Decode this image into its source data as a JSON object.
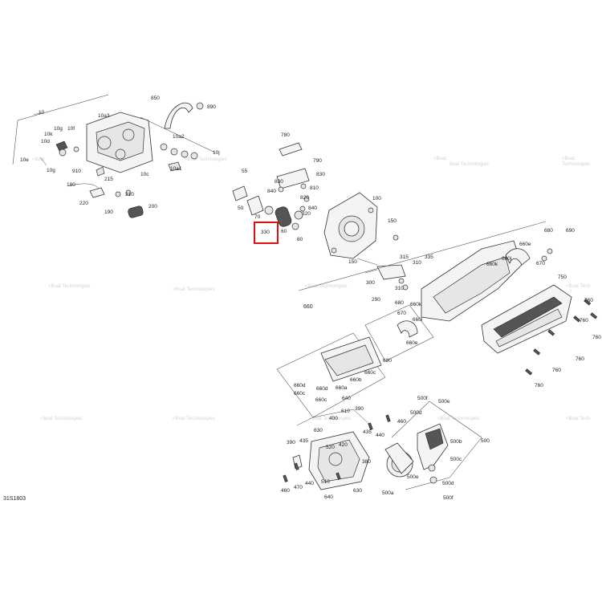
{
  "diagram": {
    "code": "31S1803",
    "watermark": "Boat Technologies",
    "highlight": {
      "label": "330",
      "color": "#e01010"
    },
    "labels": [
      "10",
      "10a3",
      "10g",
      "10f",
      "10k",
      "10d",
      "10e",
      "10g",
      "910",
      "10c",
      "180",
      "215",
      "210",
      "220",
      "190",
      "200",
      "850",
      "890",
      "10a2",
      "10j",
      "10a1",
      "780",
      "790",
      "830",
      "55",
      "840",
      "830",
      "810",
      "820",
      "840",
      "50",
      "70",
      "60",
      "320",
      "80",
      "100",
      "150",
      "150",
      "315",
      "310",
      "335",
      "300",
      "310",
      "290",
      "680",
      "690",
      "660e",
      "660k",
      "660j",
      "670",
      "750",
      "660",
      "680",
      "660k",
      "660i",
      "670",
      "660e",
      "690",
      "760",
      "760",
      "760",
      "760",
      "760",
      "760",
      "660c",
      "660b",
      "660a",
      "660c",
      "660d",
      "660d",
      "660c",
      "640",
      "610",
      "630",
      "390",
      "440",
      "460",
      "520",
      "420",
      "435",
      "400",
      "500f",
      "500e",
      "500d",
      "500b",
      "500c",
      "500",
      "500e",
      "500d",
      "500f",
      "500a",
      "390",
      "435",
      "470",
      "440",
      "460",
      "510",
      "630",
      "640",
      "380"
    ]
  }
}
